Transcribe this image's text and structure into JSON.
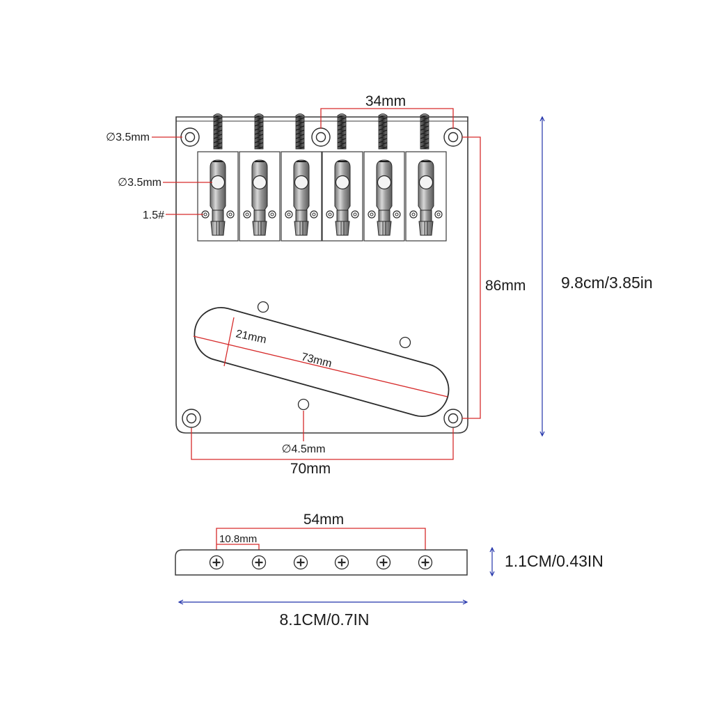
{
  "labels": {
    "top_hole_spacing": "34mm",
    "mount_hole_diameter": "∅3.5mm",
    "saddle_hole_diameter": "∅3.5mm",
    "saddle_screw_size": "1.5#",
    "vertical_hole_spacing": "86mm",
    "plate_height": "9.8cm/3.85in",
    "slot_width": "21mm",
    "slot_length": "73mm",
    "bottom_hole_diameter": "∅4.5mm",
    "bottom_hole_spacing": "70mm",
    "strip_outer_spacing": "54mm",
    "strip_pitch": "10.8mm",
    "strip_height": "1.1CM/0.43IN",
    "strip_length": "8.1CM/0.7IN"
  },
  "colors": {
    "dimension_red": "#d62b2b",
    "dimension_blue": "#2233aa",
    "outline": "#3a3a3a",
    "text": "#1a1a1a"
  }
}
